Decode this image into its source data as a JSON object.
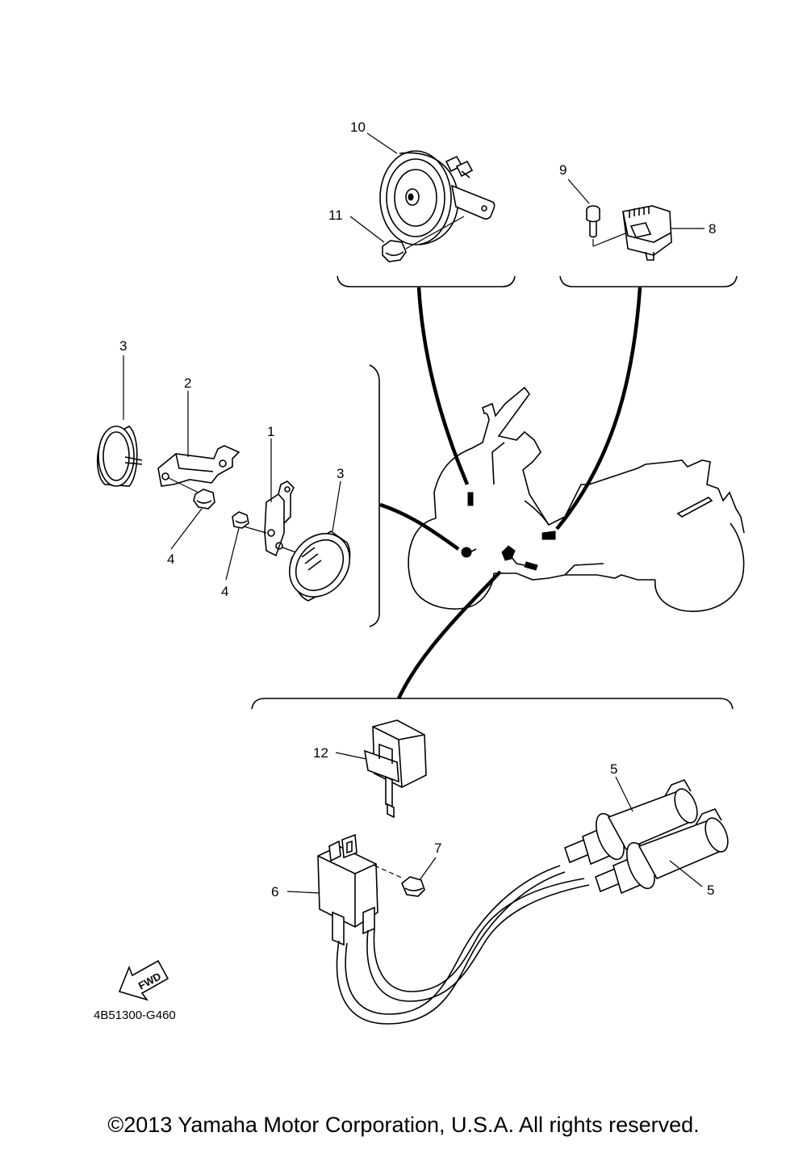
{
  "diagram": {
    "callouts": {
      "p1": "1",
      "p2": "2",
      "p3a": "3",
      "p3b": "3",
      "p4a": "4",
      "p4b": "4",
      "p5a": "5",
      "p5b": "5",
      "p6": "6",
      "p7": "7",
      "p8": "8",
      "p9": "9",
      "p10": "10",
      "p11": "11",
      "p12": "12"
    },
    "fwd_label": "FWD",
    "drawing_code": "4B51300-G460"
  },
  "copyright": "©2013 Yamaha Motor Corporation, U.S.A. All rights reserved."
}
